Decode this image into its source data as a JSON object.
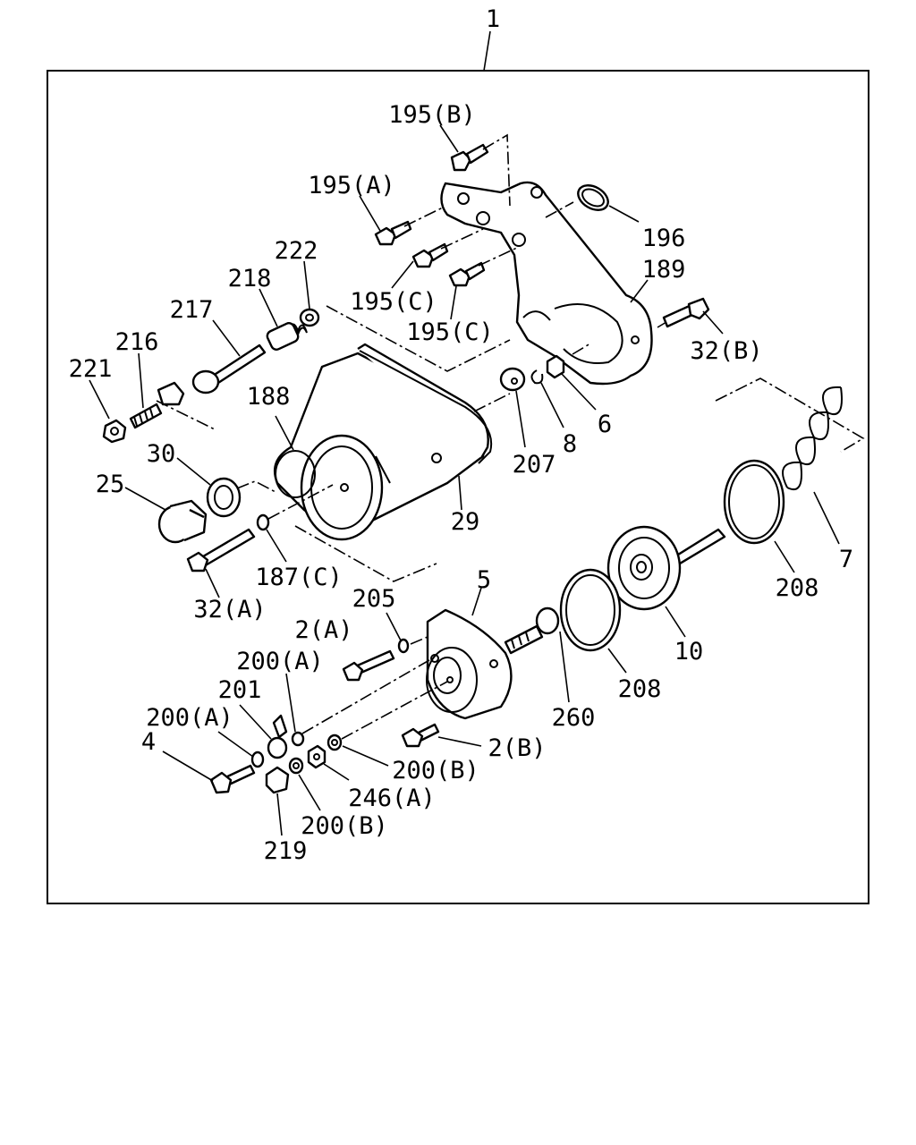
{
  "diagram": {
    "assembly_label": "1",
    "parts": [
      {
        "id": "p195b",
        "text": "195(B)"
      },
      {
        "id": "p195a",
        "text": "195(A)"
      },
      {
        "id": "p196",
        "text": "196"
      },
      {
        "id": "p189",
        "text": "189"
      },
      {
        "id": "p195c1",
        "text": "195(C)"
      },
      {
        "id": "p195c2",
        "text": "195(C)"
      },
      {
        "id": "p222",
        "text": "222"
      },
      {
        "id": "p218",
        "text": "218"
      },
      {
        "id": "p217",
        "text": "217"
      },
      {
        "id": "p216",
        "text": "216"
      },
      {
        "id": "p221",
        "text": "221"
      },
      {
        "id": "p32b",
        "text": "32(B)"
      },
      {
        "id": "p188",
        "text": "188"
      },
      {
        "id": "p30",
        "text": "30"
      },
      {
        "id": "p25",
        "text": "25"
      },
      {
        "id": "p207",
        "text": "207"
      },
      {
        "id": "p8",
        "text": "8"
      },
      {
        "id": "p6",
        "text": "6"
      },
      {
        "id": "p29",
        "text": "29"
      },
      {
        "id": "p187c",
        "text": "187(C)"
      },
      {
        "id": "p32a",
        "text": "32(A)"
      },
      {
        "id": "p7",
        "text": "7"
      },
      {
        "id": "p208a",
        "text": "208"
      },
      {
        "id": "p5",
        "text": "5"
      },
      {
        "id": "p205",
        "text": "205"
      },
      {
        "id": "p2a",
        "text": "2(A)"
      },
      {
        "id": "p10",
        "text": "10"
      },
      {
        "id": "p200a1",
        "text": "200(A)"
      },
      {
        "id": "p201",
        "text": "201"
      },
      {
        "id": "p200a2",
        "text": "200(A)"
      },
      {
        "id": "p4",
        "text": "4"
      },
      {
        "id": "p208b",
        "text": "208"
      },
      {
        "id": "p260",
        "text": "260"
      },
      {
        "id": "p2b",
        "text": "2(B)"
      },
      {
        "id": "p200b1",
        "text": "200(B)"
      },
      {
        "id": "p246a",
        "text": "246(A)"
      },
      {
        "id": "p200b2",
        "text": "200(B)"
      },
      {
        "id": "p219",
        "text": "219"
      }
    ]
  }
}
